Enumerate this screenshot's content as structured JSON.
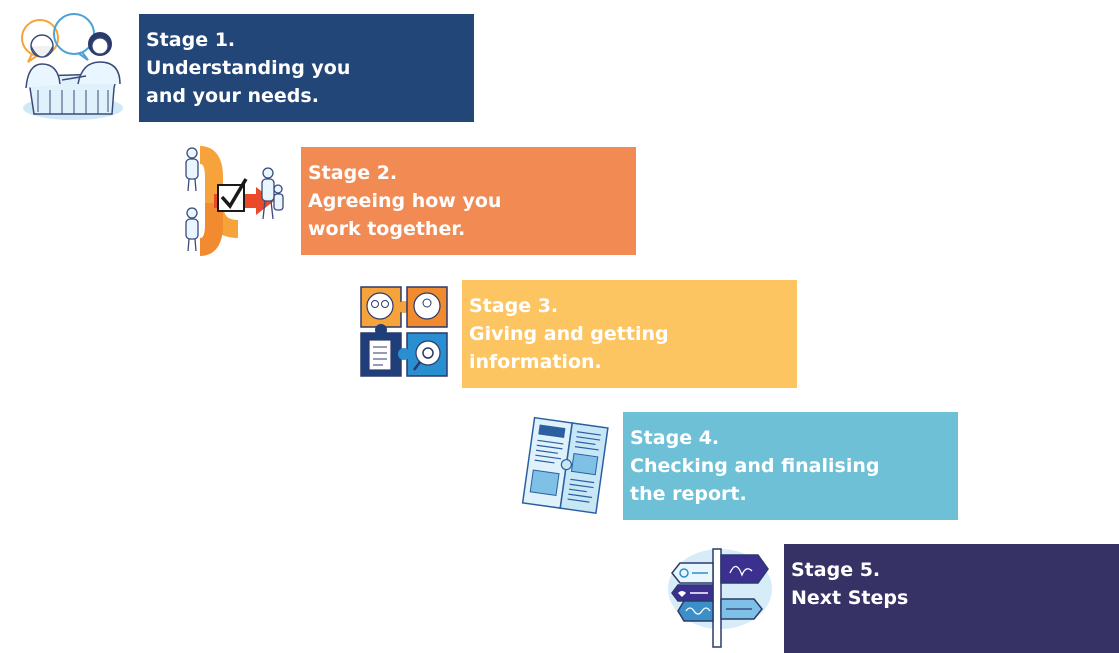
{
  "stages": [
    {
      "lines": [
        "Stage 1.",
        "Understanding you",
        "and your needs."
      ],
      "color": "#234678",
      "icon": "two-people-talking-icon"
    },
    {
      "lines": [
        "Stage 2.",
        "Agreeing how you",
        "work together."
      ],
      "color": "#f28a54",
      "icon": "merging-paths-checkmark-icon"
    },
    {
      "lines": [
        "Stage 3.",
        "Giving and getting",
        "information."
      ],
      "color": "#fdc462",
      "icon": "jigsaw-puzzle-icon"
    },
    {
      "lines": [
        "Stage 4.",
        "Checking and finalising",
        "the report."
      ],
      "color": "#6ec0d6",
      "icon": "report-documents-icon"
    },
    {
      "lines": [
        "Stage 5.",
        "Next Steps"
      ],
      "color": "#373265",
      "icon": "signpost-icon"
    }
  ]
}
